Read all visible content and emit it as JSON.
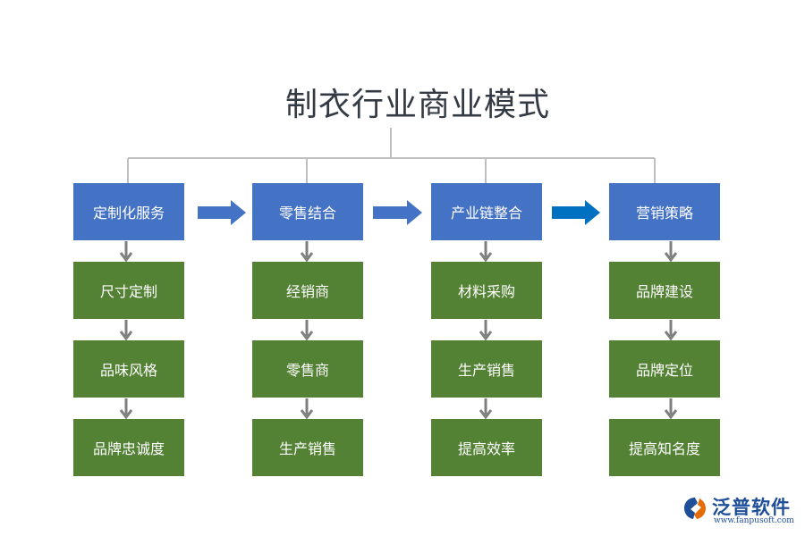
{
  "title": "制衣行业商业模式",
  "columns": [
    {
      "head": "定制化服务",
      "items": [
        "尺寸定制",
        "品味风格",
        "品牌忠诚度"
      ]
    },
    {
      "head": "零售结合",
      "items": [
        "经销商",
        "零售商",
        "生产销售"
      ]
    },
    {
      "head": "产业链整合",
      "items": [
        "材料采购",
        "生产销售",
        "提高效率"
      ]
    },
    {
      "head": "营销策略",
      "items": [
        "品牌建设",
        "品牌定位",
        "提高知名度"
      ]
    }
  ],
  "logo": {
    "name": "泛普软件",
    "url": "www.fanpusoft.com"
  },
  "colors": {
    "head": "#4472c4",
    "leaf": "#548235",
    "arrow_light": "#4472c4",
    "arrow_dark": "#0070c0",
    "connector": "#bfbfbf",
    "down_arrow": "#7f7f7f"
  }
}
